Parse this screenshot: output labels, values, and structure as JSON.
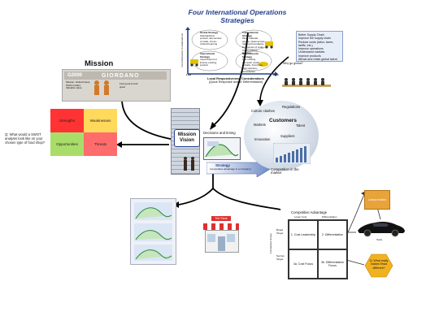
{
  "title": "Four International Operations Strategies",
  "strategy_grid": {
    "quadrants": [
      {
        "name": "Global Strategy",
        "items": "Standardized product, Economies of scale, Cross-cultural learning"
      },
      {
        "name": "Transnational Strategy",
        "items": "Move material, people, ideas across national boundaries, Economies of scale, Cross-cultural learning"
      },
      {
        "name": "International Strategy",
        "items": "Import/export or license existing product"
      },
      {
        "name": "Multidomestic Strategy",
        "items": "Use existing domestic model globally, Franchise, joint ventures, subsidiaries"
      }
    ],
    "x_label": "Local Responsiveness Considerations",
    "x_sublabel": "(Quick Response and/or Differentiation)",
    "y_label": "Cost Reduction Considerations",
    "low": "Low",
    "high": "High"
  },
  "why_global": {
    "heading": "Better Supply Chain",
    "items": [
      "Improve the supply chain",
      "Reduce costs (labor, taxes, tariffs, etc.)",
      "Improve operations",
      "Understand markets",
      "Improve products",
      "Attract and retain global talent"
    ],
    "caption": "Why go global?"
  },
  "mission": {
    "title": "Mission",
    "brand": "GIORDANO",
    "brand_prefix": "G2000",
    "left_text": "Mission: Global brand, World market, Valuable value",
    "right_text": "Feel good & look great"
  },
  "swot": {
    "strengths": "Strengths",
    "weaknesses": "Weaknesses",
    "opportunities": "Opportunities",
    "threats": "Threats",
    "colors": {
      "strengths": "#ff3333",
      "weaknesses": "#ffd95c",
      "opportunities": "#a9dd69",
      "threats": "#ff6c6c"
    },
    "question": "Q: What would a SWOT analysis look like on your chosen type of food shop?"
  },
  "center": {
    "mission_vision": "Mission\nVision",
    "decisions": "Decisions and timing",
    "strategy": "Strategy",
    "strategy_sub": "(competitive advantage in a company)"
  },
  "globe": {
    "labels": [
      "Culture clashes",
      "Regulations",
      "Markets",
      "Customers",
      "Talent",
      "Innovation",
      "Suppliers"
    ],
    "caption": "Competition in the market"
  },
  "shop_sign": "TIM Store",
  "competitive_advantage": {
    "heading": "Competitive Advantage",
    "col_headers": [
      "Lower Cost",
      "Differentiation"
    ],
    "row_headers": [
      "Broad Target",
      "Narrow Target"
    ],
    "side_label": "Competitive Scope",
    "cells": [
      "1. Cost Leadership",
      "2. Differentiation",
      "3a. Cost Focus",
      "3b. Differentiation Focus"
    ]
  },
  "luxury_label": "Luxury motion",
  "car_label": "Tesla",
  "q2": "Q: What really makes Tesla different?"
}
